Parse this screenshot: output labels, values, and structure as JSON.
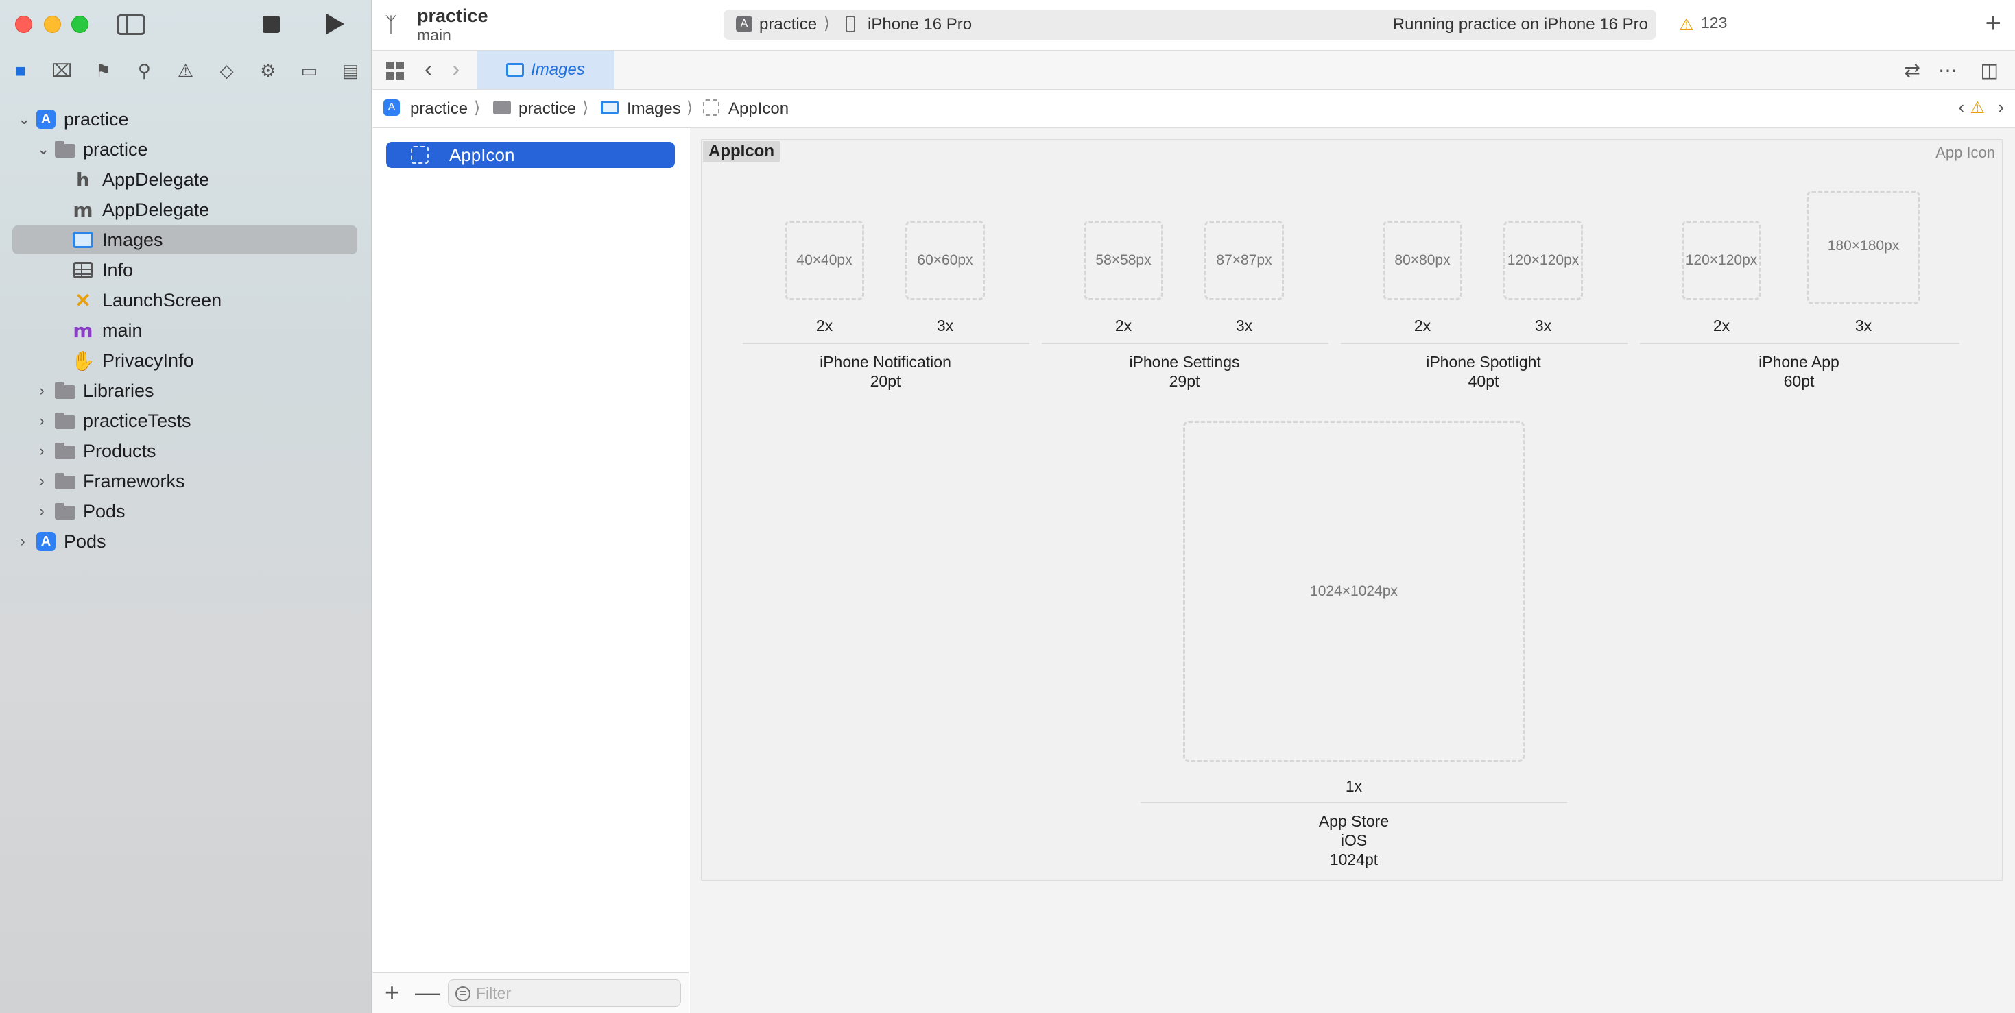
{
  "toolbar": {
    "project_name": "practice",
    "branch": "main",
    "scheme": "practice",
    "device": "iPhone 16 Pro",
    "status": "Running practice on iPhone 16 Pro",
    "warning_count": "123"
  },
  "tab": {
    "label": "Images"
  },
  "breadcrumb": [
    "practice",
    "practice",
    "Images",
    "AppIcon"
  ],
  "navigator": {
    "items": [
      {
        "label": "practice",
        "icon": "project-icon",
        "level": 0,
        "expanded": true
      },
      {
        "label": "practice",
        "icon": "folder-icon",
        "level": 1,
        "expanded": true
      },
      {
        "label": "AppDelegate",
        "icon": "header-file-icon",
        "level": 2
      },
      {
        "label": "AppDelegate",
        "icon": "objc-file-icon",
        "level": 2
      },
      {
        "label": "Images",
        "icon": "asset-catalog-icon",
        "level": 2,
        "selected": true
      },
      {
        "label": "Info",
        "icon": "plist-icon",
        "level": 2
      },
      {
        "label": "LaunchScreen",
        "icon": "storyboard-icon",
        "level": 2
      },
      {
        "label": "main",
        "icon": "objc-main-icon",
        "level": 2
      },
      {
        "label": "PrivacyInfo",
        "icon": "privacy-icon",
        "level": 2
      },
      {
        "label": "Libraries",
        "icon": "folder-icon",
        "level": 1,
        "expanded": false
      },
      {
        "label": "practiceTests",
        "icon": "folder-icon",
        "level": 1,
        "expanded": false
      },
      {
        "label": "Products",
        "icon": "folder-icon",
        "level": 1,
        "expanded": false
      },
      {
        "label": "Frameworks",
        "icon": "folder-icon",
        "level": 1,
        "expanded": false
      },
      {
        "label": "Pods",
        "icon": "folder-icon",
        "level": 1,
        "expanded": false
      },
      {
        "label": "Pods",
        "icon": "project-icon",
        "level": 0,
        "expanded": false
      }
    ]
  },
  "asset_list": {
    "selected": "AppIcon",
    "filter_placeholder": "Filter"
  },
  "editor": {
    "set_name": "AppIcon",
    "set_type": "App Icon",
    "groups": [
      {
        "name": "iPhone Notification",
        "size": "20pt",
        "slots": [
          {
            "px": "40×40px",
            "scale": "2x"
          },
          {
            "px": "60×60px",
            "scale": "3x"
          }
        ]
      },
      {
        "name": "iPhone Settings",
        "size": "29pt",
        "slots": [
          {
            "px": "58×58px",
            "scale": "2x"
          },
          {
            "px": "87×87px",
            "scale": "3x"
          }
        ]
      },
      {
        "name": "iPhone Spotlight",
        "size": "40pt",
        "slots": [
          {
            "px": "80×80px",
            "scale": "2x"
          },
          {
            "px": "120×120px",
            "scale": "3x"
          }
        ]
      },
      {
        "name": "iPhone App",
        "size": "60pt",
        "slots": [
          {
            "px": "120×120px",
            "scale": "2x"
          },
          {
            "px": "180×180px",
            "scale": "3x"
          }
        ]
      }
    ],
    "app_store": {
      "px": "1024×1024px",
      "scale": "1x",
      "name": "App Store",
      "platform": "iOS",
      "size": "1024pt"
    }
  }
}
